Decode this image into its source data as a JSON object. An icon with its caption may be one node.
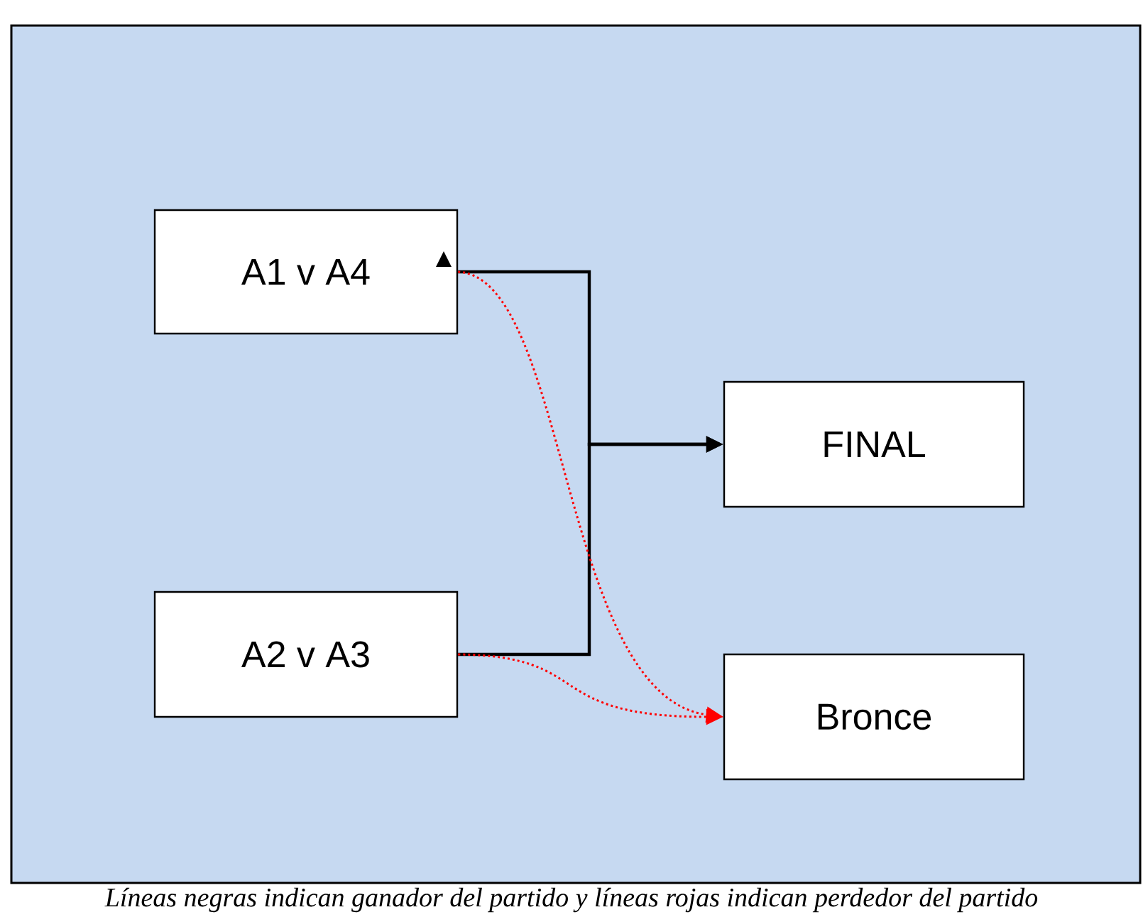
{
  "diagram": {
    "caption": "Líneas negras indican ganador del partido y líneas rojas indican perdedor del partido",
    "nodes": [
      {
        "text": [
          "A1 v A4"
        ]
      },
      {
        "text": [
          "A2 v A3"
        ]
      },
      {
        "text": [
          "FINAL"
        ]
      },
      {
        "text": [
          "Bronce"
        ]
      }
    ],
    "edges": [
      {
        "from": 0,
        "to": 2,
        "arrow": "to"
      },
      {
        "from": 1,
        "to": 2,
        "arrow": "to"
      },
      {
        "from": 0,
        "to": 3,
        "arrow": "to",
        "style": "dashed",
        "color": "#ff0000"
      },
      {
        "from": 1,
        "to": 3,
        "arrow": "to",
        "style": "dashed",
        "color": "#ff0000"
      }
    ]
  }
}
